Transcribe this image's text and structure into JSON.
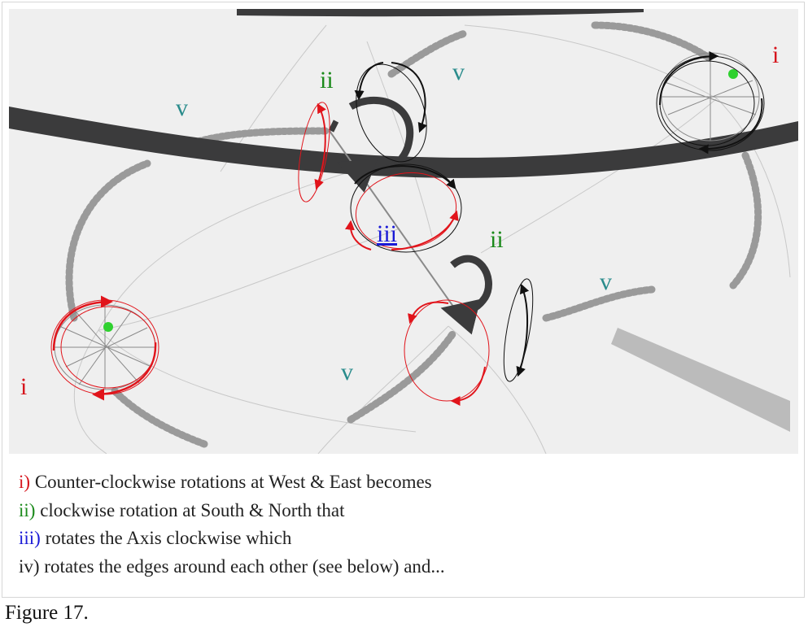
{
  "diagram": {
    "labels": {
      "i_west": "i",
      "i_east": "i",
      "ii_north": "ii",
      "ii_south": "ii",
      "iii_axis": "iii",
      "v_upper_left": "v",
      "v_upper_mid": "v",
      "v_right": "v",
      "v_lower": "v"
    },
    "colors": {
      "i": "#d6141c",
      "ii": "#1b8a1b",
      "iii": "#1a1ad6",
      "v": "#2a8c8c",
      "band": "#3b3b3c",
      "arrow_black": "#111111",
      "arrow_red": "#e1141b",
      "dot_green": "#2fd12f"
    }
  },
  "caption": {
    "line1": {
      "marker": "i)",
      "text": " Counter-clockwise rotations at West & East becomes"
    },
    "line2": {
      "marker": "ii)",
      "text": " clockwise rotation at South & North that"
    },
    "line3": {
      "marker": "iii)",
      "text": " rotates the Axis clockwise which"
    },
    "line4": {
      "text": "iv) rotates the edges around each other (see below) and..."
    }
  },
  "figure_label": "Figure 17."
}
